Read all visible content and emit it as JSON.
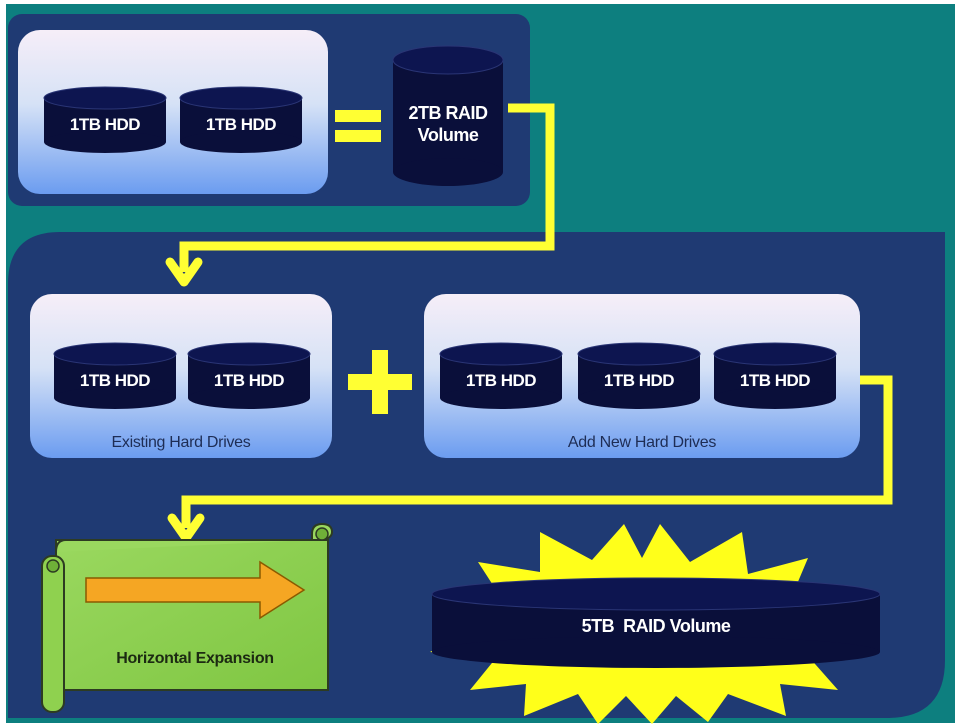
{
  "top_group": {
    "drives": [
      "1TB HDD",
      "1TB HDD"
    ],
    "result": "2TB RAID Volume"
  },
  "bottom_group": {
    "existing": {
      "drives": [
        "1TB HDD",
        "1TB HDD"
      ],
      "caption": "Existing Hard Drives"
    },
    "new": {
      "drives": [
        "1TB HDD",
        "1TB HDD",
        "1TB HDD"
      ],
      "caption": "Add New Hard Drives"
    },
    "expansion_label": "Horizontal Expansion",
    "result": "5TB  RAID Volume"
  },
  "colors": {
    "background_teal": "#0d7f7f",
    "panel_navy": "#1f3a73",
    "disk_navy": "#0a0f3a",
    "connector_yellow": "#ffff33",
    "scroll_green": "#8fd14f",
    "arrow_orange": "#f5a623"
  }
}
